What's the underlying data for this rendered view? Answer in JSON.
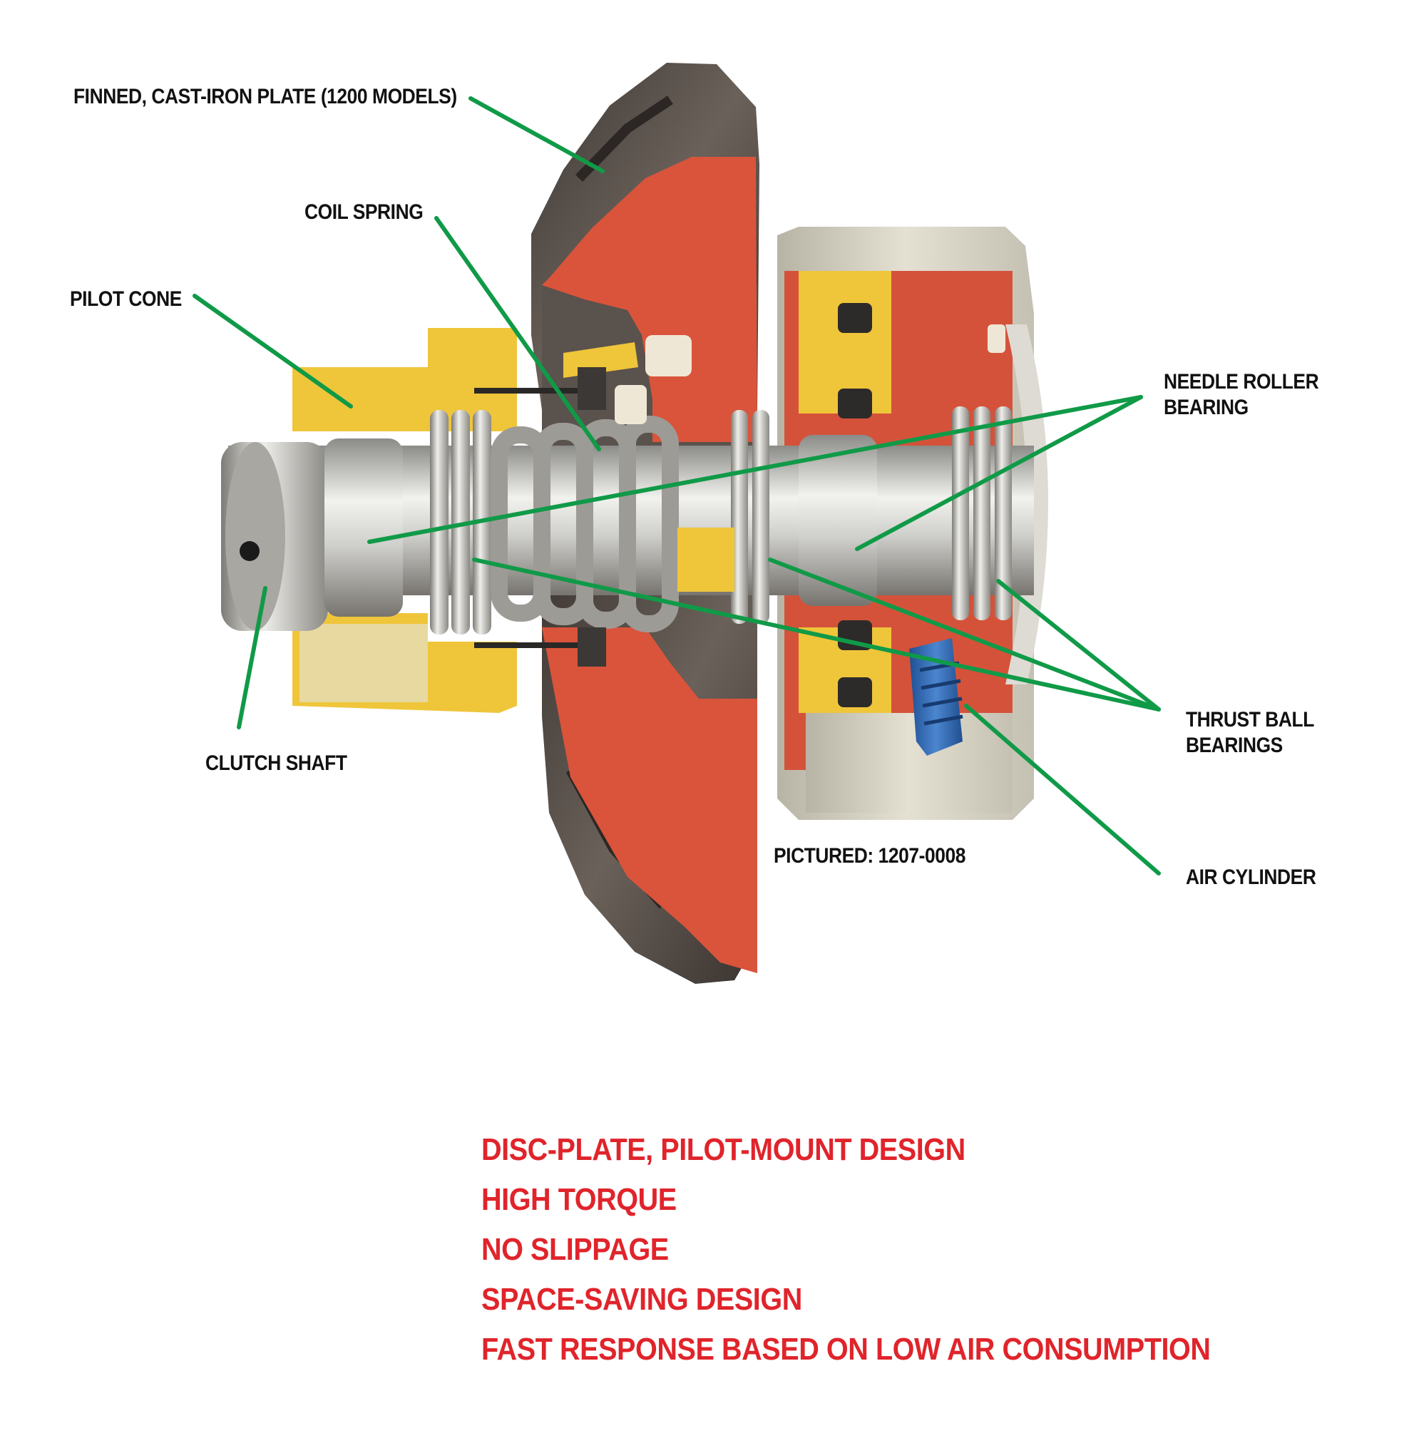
{
  "labels": {
    "finned_plate": "FINNED, CAST-IRON PLATE (1200 MODELS)",
    "coil_spring": "COIL SPRING",
    "pilot_cone": "PILOT CONE",
    "needle_roller_line1": "NEEDLE ROLLER",
    "needle_roller_line2": "BEARING",
    "thrust_ball_line1": "THRUST BALL",
    "thrust_ball_line2": "BEARINGS",
    "clutch_shaft": "CLUTCH SHAFT",
    "pictured": "PICTURED: 1207-0008",
    "air_cylinder": "AIR CYLINDER"
  },
  "features": [
    "DISC-PLATE, PILOT-MOUNT DESIGN",
    "HIGH TORQUE",
    "NO SLIPPAGE",
    "SPACE-SAVING DESIGN",
    "FAST RESPONSE BASED ON LOW AIR CONSUMPTION"
  ],
  "colors": {
    "leader_line": "#109a48",
    "feature_text": "#e0242b",
    "cutaway_red": "#d9543b",
    "yellow": "#efc53a",
    "cast_iron": "#5e5650",
    "steel": "#c9c9c6"
  }
}
